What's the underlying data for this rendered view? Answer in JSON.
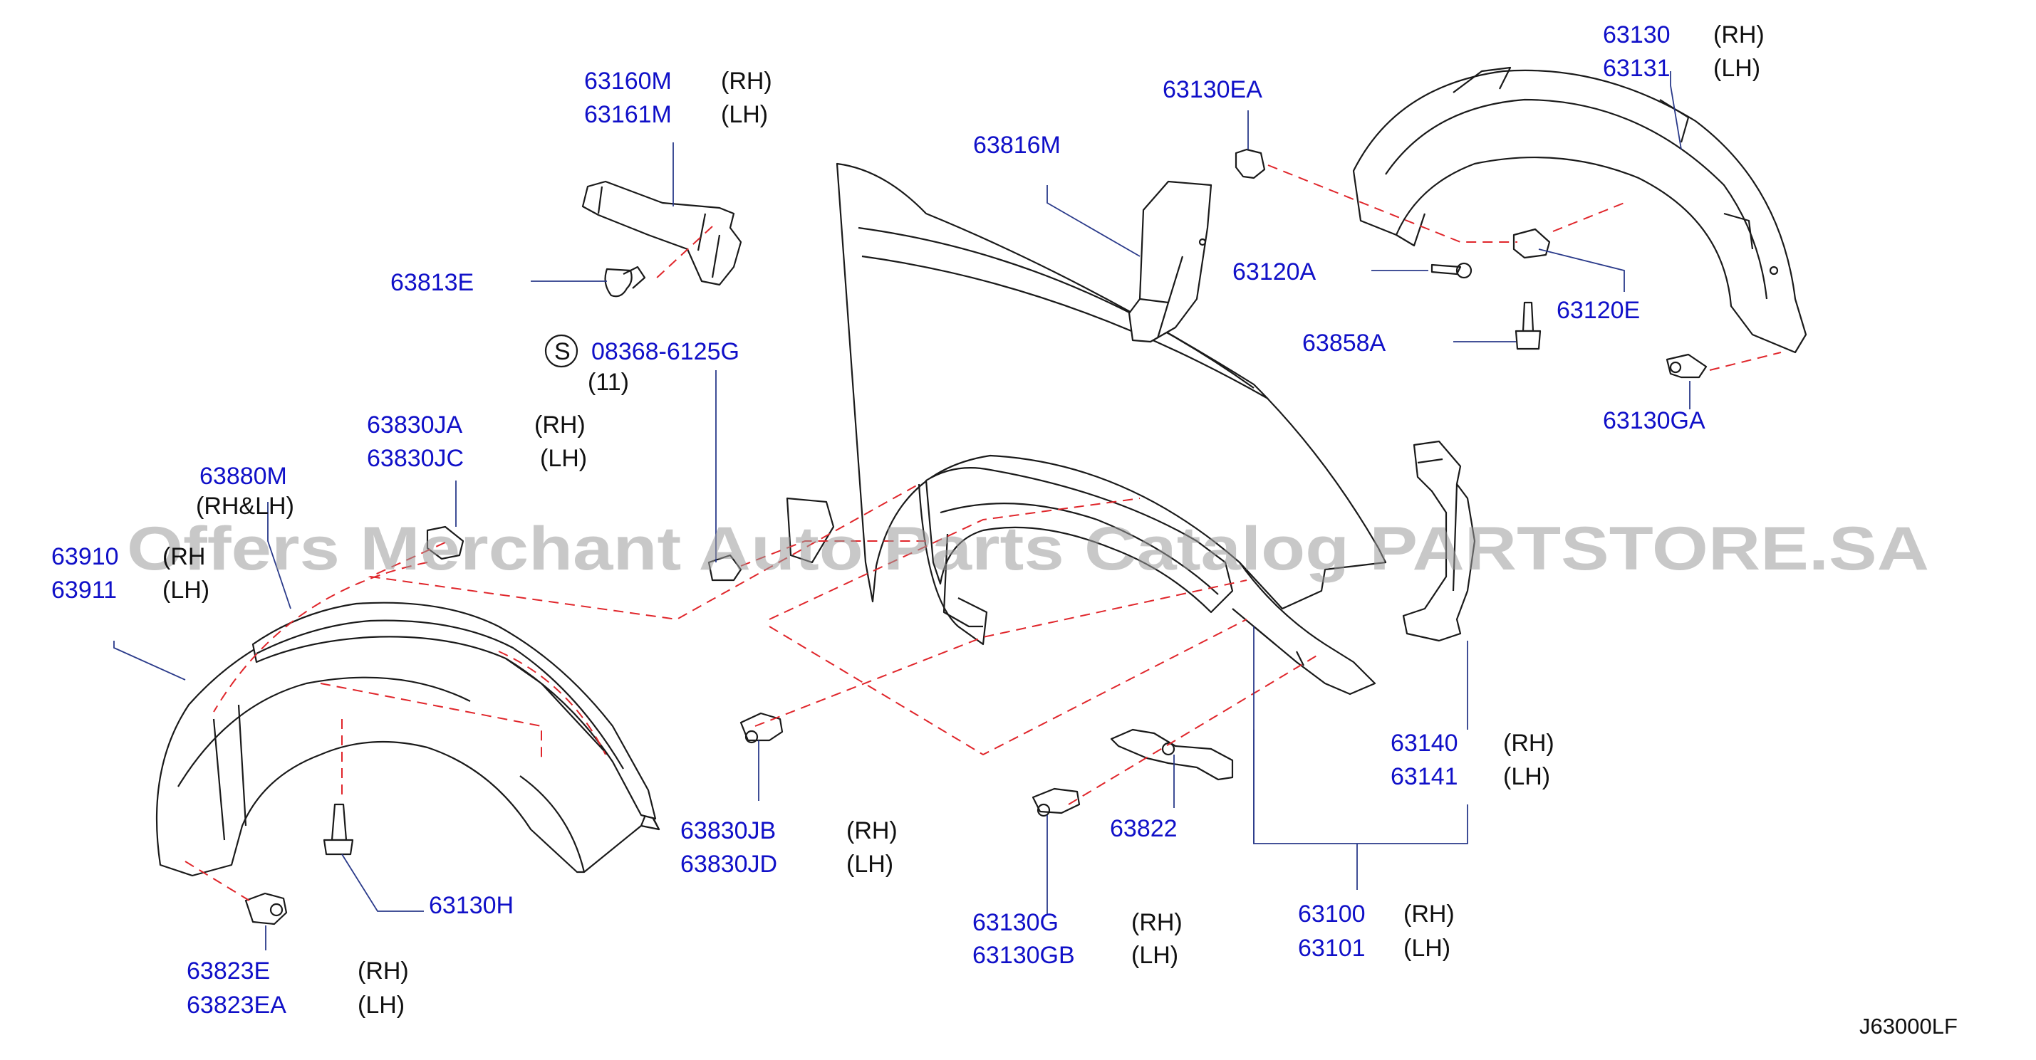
{
  "labels": {
    "p63160M": "63160M",
    "p63161M": "63161M",
    "p63813E": "63813E",
    "p08368": "08368-6125G",
    "s_symbol": "S",
    "qty11": "(11)",
    "p63830JA": "63830JA",
    "p63830JC": "63830JC",
    "p63880M": "63880M",
    "rhlh": "(RH&LH)",
    "p63910": "63910",
    "p63911": "63911",
    "p63816M": "63816M",
    "p63130EA": "63130EA",
    "p63120A": "63120A",
    "p63858A": "63858A",
    "p63120E": "63120E",
    "p63130": "63130",
    "p63131": "63131",
    "p63130GA": "63130GA",
    "p63140": "63140",
    "p63141": "63141",
    "p63830JB": "63830JB",
    "p63830JD": "63830JD",
    "p63822": "63822",
    "p63130G": "63130G",
    "p63130GB": "63130GB",
    "p63100": "63100",
    "p63101": "63101",
    "p63130H": "63130H",
    "p63823E": "63823E",
    "p63823EA": "63823EA",
    "rh": "(RH)",
    "lh": "(LH)",
    "rh_partial": "(RH",
    "diagram_code": "J63000LF"
  },
  "watermark": "Offers Merchant Auto Parts Catalog PARTSTORE.SA",
  "colors": {
    "part_number": "#1010c8",
    "leader": "#2a3a8a",
    "dashed": "#e0262b",
    "linework": "#1a1a1a"
  }
}
